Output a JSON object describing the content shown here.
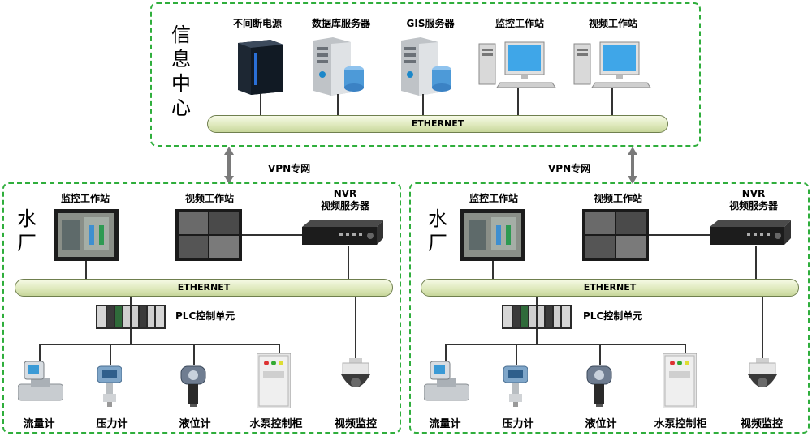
{
  "info_center": {
    "title_chars": [
      "信",
      "息",
      "中",
      "心"
    ],
    "devices": [
      "不间断电源",
      "数据库服务器",
      "GIS服务器",
      "监控工作站",
      "视频工作站"
    ],
    "network_label": "ETHERNET"
  },
  "vpn_label": "VPN专网",
  "plants": [
    {
      "title_chars": [
        "水",
        "厂"
      ],
      "top_devices": [
        "监控工作站",
        "视频工作站"
      ],
      "nvr_line1": "NVR",
      "nvr_line2": "视频服务器",
      "network_label": "ETHERNET",
      "plc_label": "PLC控制单元",
      "field_devices": [
        "流量计",
        "压力计",
        "液位计",
        "水泵控制柜",
        "视频监控"
      ]
    },
    {
      "title_chars": [
        "水",
        "厂"
      ],
      "top_devices": [
        "监控工作站",
        "视频工作站"
      ],
      "nvr_line1": "NVR",
      "nvr_line2": "视频服务器",
      "network_label": "ETHERNET",
      "plc_label": "PLC控制单元",
      "field_devices": [
        "流量计",
        "压力计",
        "液位计",
        "水泵控制柜",
        "视频监控"
      ]
    }
  ],
  "colors": {
    "border": "#2fae3c",
    "pipe": "#dfe9bd",
    "line": "#333333"
  }
}
